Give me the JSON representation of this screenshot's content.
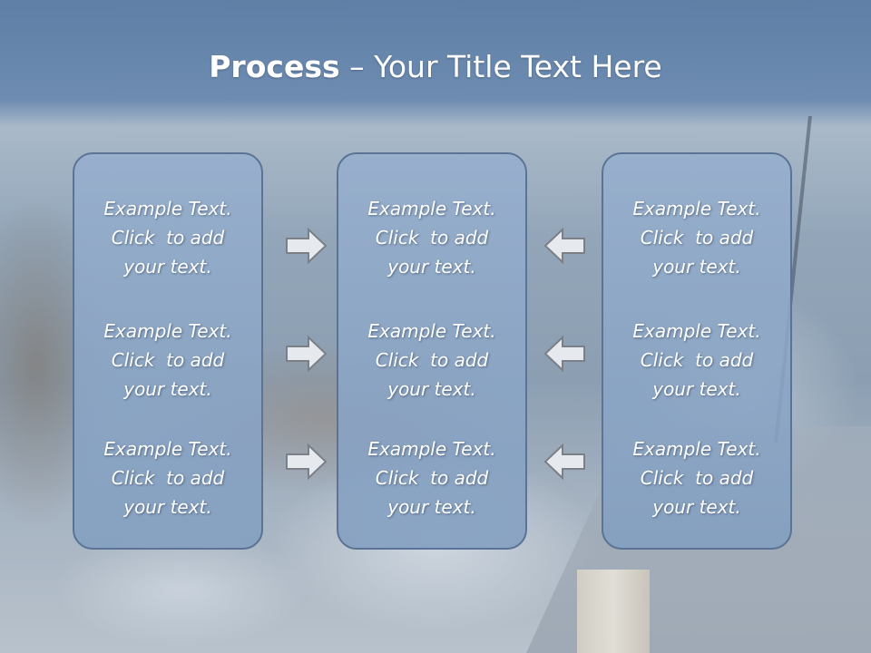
{
  "title": {
    "bold": "Process",
    "rest": " – Your Title Text Here"
  },
  "columns": [
    {
      "items": [
        {
          "line1": "Example Text.",
          "line2": "Click  to add",
          "line3": "your text."
        },
        {
          "line1": "Example Text.",
          "line2": "Click  to add",
          "line3": "your text."
        },
        {
          "line1": "Example Text.",
          "line2": "Click  to add",
          "line3": "your text."
        }
      ]
    },
    {
      "items": [
        {
          "line1": "Example Text.",
          "line2": "Click  to add",
          "line3": "your text."
        },
        {
          "line1": "Example Text.",
          "line2": "Click  to add",
          "line3": "your text."
        },
        {
          "line1": "Example Text.",
          "line2": "Click  to add",
          "line3": "your text."
        }
      ]
    },
    {
      "items": [
        {
          "line1": "Example Text.",
          "line2": "Click  to add",
          "line3": "your text."
        },
        {
          "line1": "Example Text.",
          "line2": "Click  to add",
          "line3": "your text."
        },
        {
          "line1": "Example Text.",
          "line2": "Click  to add",
          "line3": "your text."
        }
      ]
    }
  ],
  "arrows": {
    "left_to_center": "arrow-right-icon",
    "right_to_center": "arrow-left-icon"
  },
  "colors": {
    "panel_border": "#5b7394",
    "panel_fill": "#8ea8c8",
    "text": "#ffffff"
  }
}
